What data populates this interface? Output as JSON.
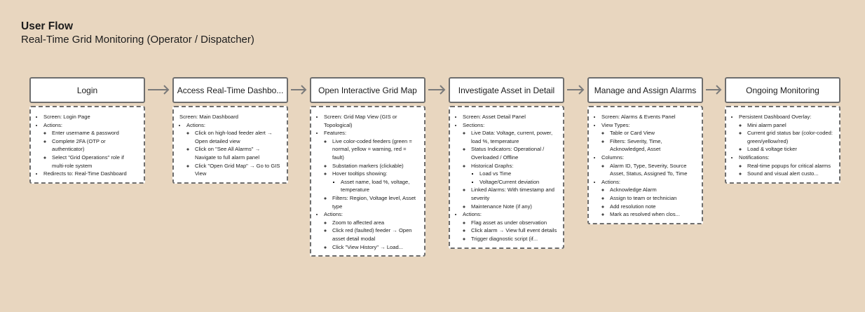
{
  "header": {
    "title": "User Flow",
    "subtitle": "Real-Time Grid Monitoring (Operator / Dispatcher)"
  },
  "colors": {
    "background": "#e8d6bf",
    "card": "#ffffff",
    "border": "#6e6e6e",
    "arrow": "#7a7a7a"
  },
  "steps": [
    {
      "title": "Login",
      "items": [
        {
          "text": "Screen: Login Page"
        },
        {
          "text": "Actions:",
          "children": [
            "Enter username & password",
            "Complete 2FA (OTP or authenticator)",
            "Select \"Grid Operations\" role if multi-role system"
          ]
        },
        {
          "text": "Redirects to: Real-Time Dashboard"
        }
      ]
    },
    {
      "title": "Access Real-Time Dashbo...",
      "items": [
        {
          "text": "Screen: Main Dashboard",
          "nobullet": true
        },
        {
          "text": "Actions:",
          "children": [
            "Click on high-load feeder alert → Open detailed view",
            "Click on \"See All Alarms\" → Navigate to full alarm panel",
            "Click \"Open Grid Map\" → Go to GIS View"
          ]
        }
      ]
    },
    {
      "title": "Open Interactive Grid Map",
      "items": [
        {
          "text": "Screen: Grid Map View (GIS or Topological)"
        },
        {
          "text": "Features:",
          "children": [
            "Live color-coded feeders (green = normal, yellow = warning, red = fault)",
            "Substation markers (clickable)",
            {
              "text": "Hover tooltips showing:",
              "children": [
                "Asset name, load %, voltage, temperature"
              ]
            },
            "Filters: Region, Voltage level, Asset type"
          ]
        },
        {
          "text": "Actions:",
          "children": [
            "Zoom to affected area",
            "Click red (faulted) feeder → Open asset detail modal",
            "Click \"View History\" → Load..."
          ]
        }
      ]
    },
    {
      "title": "Investigate Asset in Detail",
      "items": [
        {
          "text": "Screen: Asset Detail Panel"
        },
        {
          "text": "Sections:",
          "children": [
            "Live Data: Voltage, current, power, load %, temperature",
            "Status Indicators: Operational / Overloaded / Offline",
            {
              "text": "Historical Graphs:",
              "children": [
                "Load vs Time",
                "Voltage/Current deviation"
              ]
            },
            "Linked Alarms: With timestamp and severity",
            "Maintenance Note (if any)"
          ]
        },
        {
          "text": "Actions:",
          "children": [
            "Flag asset as under observation",
            "Click alarm → View full event details",
            "Trigger diagnostic script (if..."
          ]
        }
      ]
    },
    {
      "title": "Manage and Assign Alarms",
      "items": [
        {
          "text": "Screen: Alarms & Events Panel"
        },
        {
          "text": "View Types:",
          "children": [
            "Table or Card View",
            "Filters: Severity, Time, Acknowledged, Asset"
          ]
        },
        {
          "text": "Columns:",
          "children": [
            "Alarm ID, Type, Severity, Source Asset, Status, Assigned To, Time"
          ]
        },
        {
          "text": "Actions:",
          "children": [
            "Acknowledge Alarm",
            "Assign to team or technician",
            "Add resolution note",
            "Mark as resolved when clos..."
          ]
        }
      ]
    },
    {
      "title": "Ongoing Monitoring",
      "items": [
        {
          "text": "Persistent Dashboard Overlay:",
          "children": [
            "Mini alarm panel",
            "Current grid status bar (color-coded: green/yellow/red)",
            "Load & voltage ticker"
          ]
        },
        {
          "text": "Notifications:",
          "children": [
            "Real-time popups for critical alarms",
            "Sound and visual alert custo..."
          ]
        }
      ]
    }
  ]
}
